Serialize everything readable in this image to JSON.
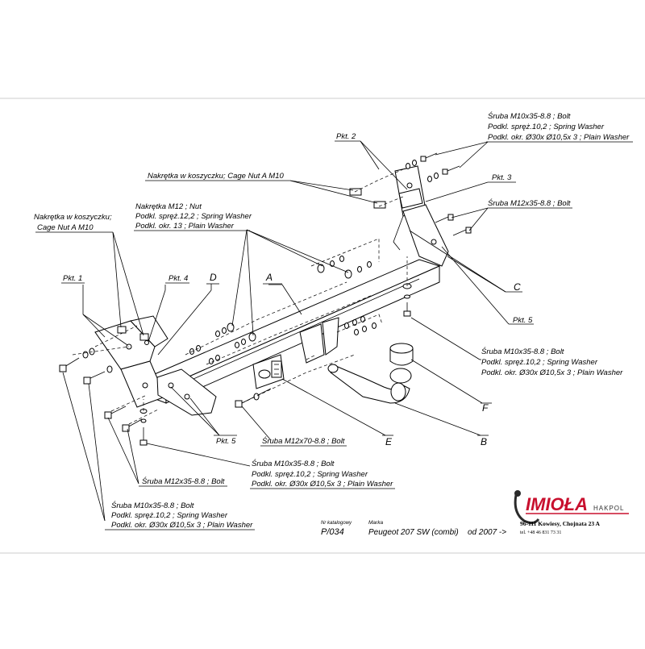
{
  "labels": {
    "bolt_m10_top": [
      "Śruba M10x35-8.8 ;  Bolt",
      "Podkl. spręż.10,2 ; Spring Washer",
      "Podkl. okr.  Ø30x Ø10,5x 3 ; Plain Washer"
    ],
    "pkt2": "Pkt. 2",
    "pkt3": "Pkt. 3",
    "cage_nut_top": "Nakrętka w koszyczku; Cage Nut A M10",
    "bolt_m12_top": "Śruba M12x35-8.8 ;  Bolt",
    "nut_m12": [
      "Nakrętka  M12 ; Nut",
      "Podkl. spręż.12,2 ; Spring Washer",
      "Podkl. okr. 13 ; Plain Washer"
    ],
    "cage_nut_left": [
      "Nakrętka w koszyczku;",
      "Cage Nut A M10"
    ],
    "pkt1": "Pkt. 1",
    "pkt4": "Pkt. 4",
    "letter_d": "D",
    "letter_a": "A",
    "letter_c": "C",
    "pkt5_right": "Pkt. 5",
    "bolt_m10_right": [
      "Śruba M10x35-8.8 ;  Bolt",
      "Podkl. spręż.10,2 ; Spring Washer",
      "Podkl. okr.  Ø30x Ø10,5x 3 ; Plain Washer"
    ],
    "letter_f": "F",
    "letter_e": "E",
    "letter_b": "B",
    "pkt5_bottom": "Pkt. 5",
    "bolt_m12x70": "Śruba M12x70-8.8 ;  Bolt",
    "bolt_m10_mid": [
      "Śruba M10x35-8.8 ;  Bolt",
      "Podkl. spręż.10,2 ; Spring Washer",
      "Podkl. okr.  Ø30x Ø10,5x 3 ; Plain Washer"
    ],
    "bolt_m12_bottom": "Śruba M12x35-8.8 ;  Bolt",
    "bolt_m10_bottom": [
      "Śruba M10x35-8.8 ;  Bolt",
      "Podkl. spręż.10,2 ; Spring Washer",
      "Podkl. okr.  Ø30x Ø10,5x 3 ; Plain Washer"
    ]
  },
  "title_block": {
    "catalog_caption": "Nr katalogowy",
    "catalog_number": "P/034",
    "brand_caption": "Marka",
    "model": "Peugeot 207 SW (combi)",
    "year": "od  2007 ->"
  },
  "company": {
    "logo": "IMIOŁA",
    "sub": "HAKPOL",
    "address": "96-111 Kowiesy, Chojnata 23 A",
    "phone": "tel. +48 46 831 73 31",
    "logo_color": "#c8102e"
  }
}
